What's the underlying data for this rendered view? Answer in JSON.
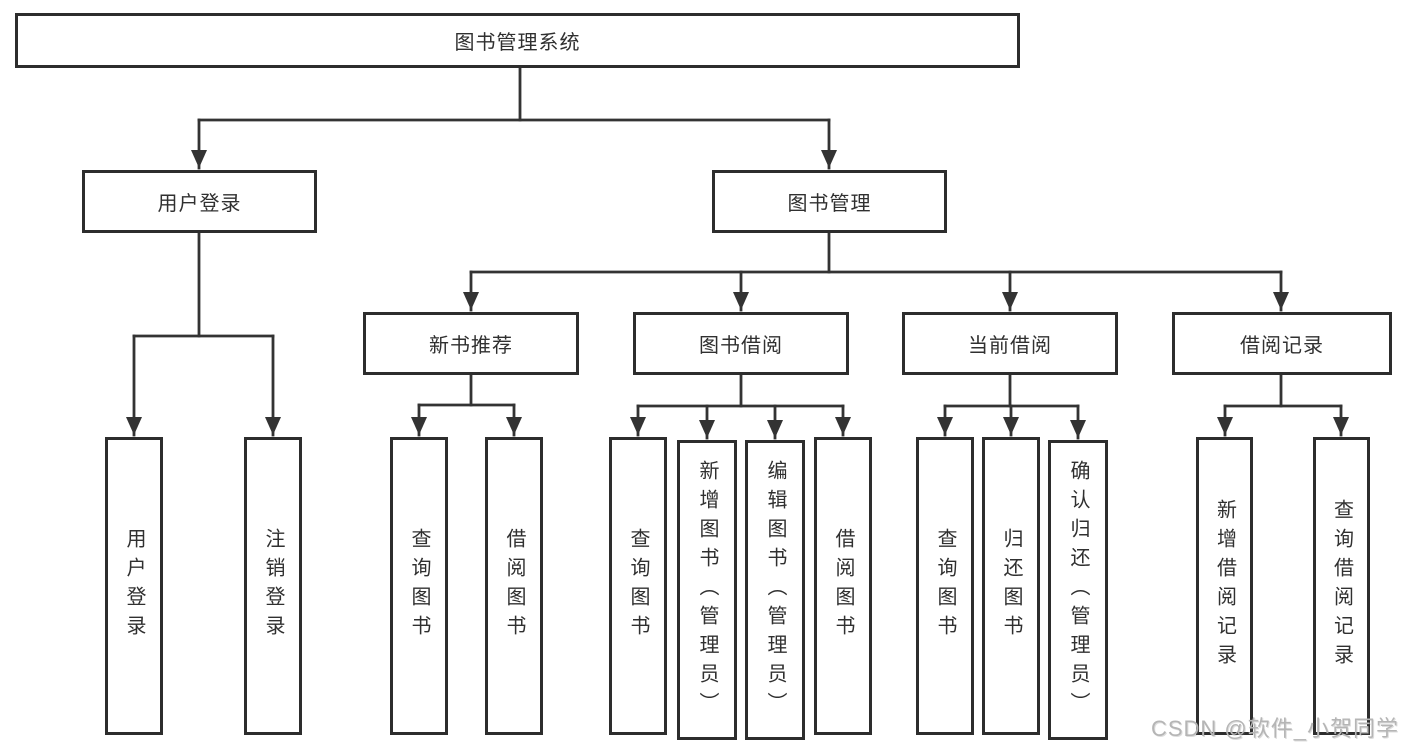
{
  "colors": {
    "line": "#333333",
    "box_border": "#2d2d2d",
    "box_fill": "#ffffff",
    "text": "#303030",
    "watermark": "#b5b5b5",
    "background": "#ffffff"
  },
  "watermark": "CSDN @软件_小贺同学",
  "tree": {
    "label": "图书管理系统",
    "children": [
      {
        "label": "用户登录",
        "children": [
          {
            "label": "用户登录"
          },
          {
            "label": "注销登录"
          }
        ]
      },
      {
        "label": "图书管理",
        "children": [
          {
            "label": "新书推荐",
            "children": [
              {
                "label": "查询图书"
              },
              {
                "label": "借阅图书"
              }
            ]
          },
          {
            "label": "图书借阅",
            "children": [
              {
                "label": "查询图书"
              },
              {
                "label": "新增图书（管理员）"
              },
              {
                "label": "编辑图书（管理员）"
              },
              {
                "label": "借阅图书"
              }
            ]
          },
          {
            "label": "当前借阅",
            "children": [
              {
                "label": "查询图书"
              },
              {
                "label": "归还图书"
              },
              {
                "label": "确认归还（管理员）"
              }
            ]
          },
          {
            "label": "借阅记录",
            "children": [
              {
                "label": "新增借阅记录"
              },
              {
                "label": "查询借阅记录"
              }
            ]
          }
        ]
      }
    ]
  }
}
